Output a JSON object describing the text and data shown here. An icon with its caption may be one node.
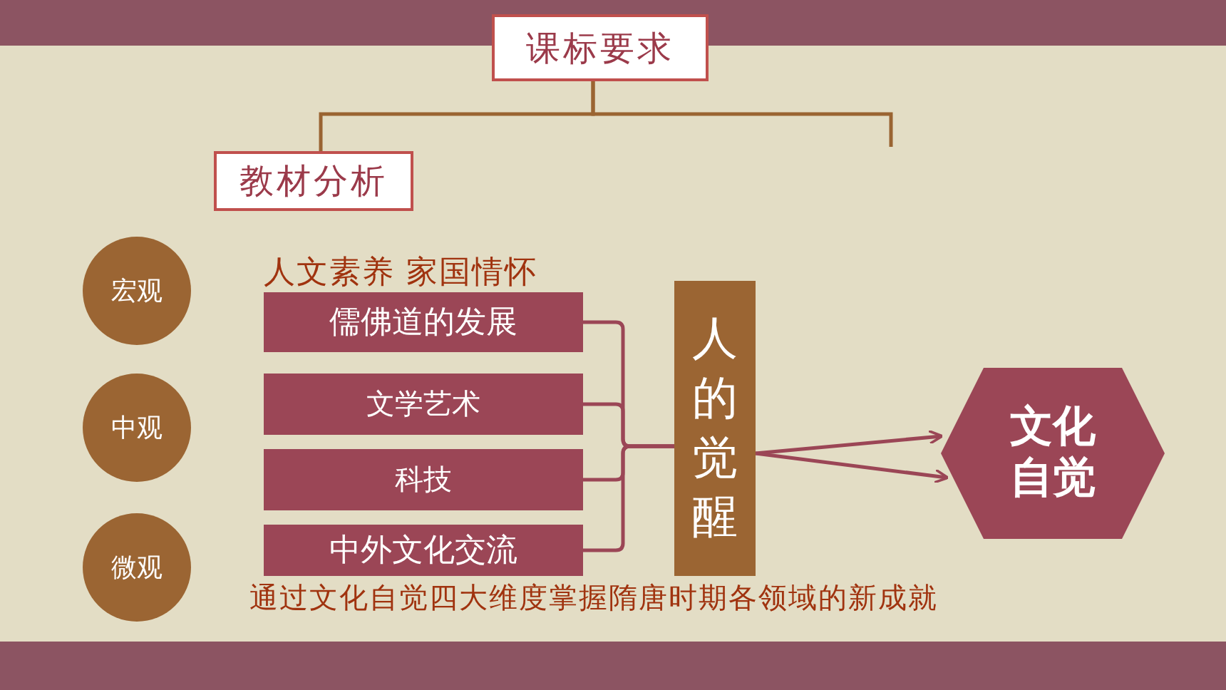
{
  "diagram": {
    "nodes": [
      {
        "text": [
          "课标要求"
        ]
      },
      {
        "text": [
          "教材分析"
        ]
      },
      {
        "text": [
          "宏观"
        ]
      },
      {
        "text": [
          "中观"
        ]
      },
      {
        "text": [
          "微观"
        ]
      },
      {
        "text": [
          "儒佛道的发展"
        ]
      },
      {
        "text": [
          "文学艺术"
        ]
      },
      {
        "text": [
          "科技"
        ]
      },
      {
        "text": [
          "中外文化交流"
        ]
      },
      {
        "text": [
          "人的觉醒"
        ]
      },
      {
        "text": [
          "文化自觉"
        ]
      }
    ],
    "edges": [
      {
        "from": 0,
        "to": 1,
        "arrow": "none",
        "color": "#9a6432"
      },
      {
        "from": 0,
        "to": null,
        "arrow": "none",
        "color": "#9a6432"
      },
      {
        "from": 5,
        "to": 9,
        "arrow": "none"
      },
      {
        "from": 6,
        "to": 9,
        "arrow": "none"
      },
      {
        "from": 7,
        "to": 9,
        "arrow": "none"
      },
      {
        "from": 8,
        "to": 9,
        "arrow": "none"
      },
      {
        "from": 9,
        "to": 10,
        "arrow": "to"
      },
      {
        "from": 9,
        "to": 10,
        "arrow": "to"
      }
    ],
    "labels": [
      "人文素养 家国情怀",
      "通过文化自觉四大维度掌握隋唐时期各领域的新成就"
    ]
  }
}
